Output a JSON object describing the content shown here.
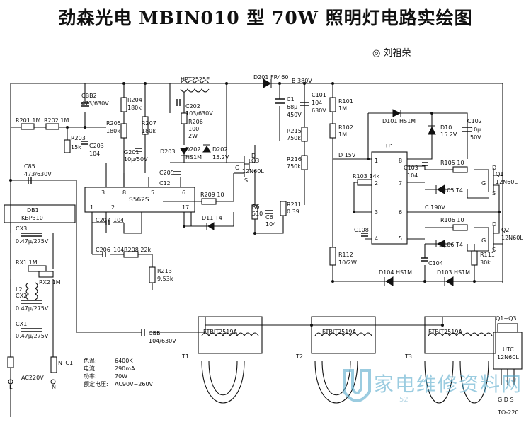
{
  "title": "劲森光电 MBIN010 型 70W 照明灯电路实绘图",
  "author": "◎ 刘祖荣",
  "labels": {
    "R201": "R201 1M",
    "R202": "R202 1M",
    "CBB2": "CBB2",
    "CBB2_v": "473/630V",
    "R203": "R203",
    "R203_v": "15k",
    "C203": "C203",
    "C203_v": "104",
    "C85": "C85",
    "C85_v": "473/630V",
    "DB1": "DB1",
    "DB1_v": "KBP310",
    "CX3": "CX3",
    "CX3_v": "0.47μ/275V",
    "RX1": "RX1 1M",
    "RX2": "RX2 1M",
    "L2": "L2",
    "CX2": "CX2",
    "CX2_v": "0.47μ/275V",
    "CX1": "CX1",
    "CX1_v": "0.47μ/275V",
    "NTC1": "NTC1",
    "L": "L",
    "N": "N",
    "AC": "AC220V",
    "R204": "R204",
    "R204_v": "180k",
    "R205": "R205",
    "R205_v": "180k",
    "R207": "R207",
    "R207_v": "180k",
    "G201": "G201",
    "G201_v": "10μ/50V",
    "HPT": "HPT2525E",
    "C202": "C202",
    "C202_v": "103/630V",
    "R206": "R206",
    "R206_v": "100",
    "R206_w": "2W",
    "D203": "D203",
    "D202": "D202",
    "D202_v": "HS1M",
    "D202b": "D202",
    "D202b_v": "15.2V",
    "C205": "C205",
    "C12": "C12",
    "IC": "S562S",
    "R209": "R209 10",
    "D11": "D11 T4",
    "Q3": "Q3",
    "Q3_v": "12N60L",
    "R6": "R6",
    "R6_v": "510",
    "C6": "C6",
    "C6_v": "104",
    "R211": "R211",
    "R211_v": "0.39",
    "C207": "C207",
    "C207_v": "104",
    "C206": "C206",
    "C206_v": "104",
    "R208": "R208 22k",
    "R213": "R213",
    "R213_v": "9.53k",
    "D201": "D201 FR460",
    "B380": "B 380V",
    "C1": "C1",
    "C1_v": "68μ",
    "C1_w": "450V",
    "C101": "C101",
    "C101_v": "104",
    "C101_w": "630V",
    "R215": "R215",
    "R215_v": "750k",
    "R216": "R216",
    "R216_v": "750k",
    "R101": "R101",
    "R101_v": "1M",
    "R102": "R102",
    "R102_v": "1M",
    "D15V": "D 15V",
    "D101": "D101 HS1M",
    "D10": "D10",
    "D10_v": "15.2V",
    "C102": "C102",
    "C102_v": "10μ",
    "C102_w": "50V",
    "U1": "U1",
    "R103": "R103 14k",
    "C103": "C103",
    "C103_v": "104",
    "R105": "R105 10",
    "D105": "D105 T4",
    "Q1": "Q1",
    "Q1_v": "12N60L",
    "C190": "C 190V",
    "C108": "C108",
    "R106": "R106 10",
    "D106": "D106 T4",
    "Q2": "Q2",
    "Q2_v": "12N60L",
    "R111": "R111",
    "R111_v": "30k",
    "R112": "R112",
    "R112_v": "10/2W",
    "C104": "C104",
    "D104": "D104 HS1M",
    "D103": "D103 HS1M",
    "CBB": "CBB",
    "CBB_v": "104/630V",
    "FT1": "FTBIT2519A",
    "FT2": "FTBIT2519A",
    "FT3": "FTBIT2519A",
    "T1": "T1",
    "T2": "T2",
    "T3": "T3",
    "Q1Q3": "Q1~Q3",
    "UTC": "UTC",
    "UTC_v": "12N60L",
    "GDS": "G D S",
    "TO220": "TO-220",
    "p3": "3",
    "p8": "8",
    "p5": "5",
    "p6": "6",
    "p1": "1",
    "p2": "2",
    "p17": "17",
    "u1": "1",
    "u2": "2",
    "u3": "3",
    "u4": "4",
    "u5": "5",
    "u6": "6",
    "u7": "7",
    "u8": "8",
    "qG1": "G",
    "qD1": "D",
    "qS1": "S",
    "qG2": "G",
    "qD2": "D",
    "qS2": "S",
    "qG3": "G",
    "qD3": "D",
    "qS3": "S"
  },
  "specs": [
    {
      "key": "色温:",
      "value": "6400K"
    },
    {
      "key": "电流:",
      "value": "290mA"
    },
    {
      "key": "功率:",
      "value": "70W"
    },
    {
      "key": "额定电压:",
      "value": "AC90V~260V"
    }
  ],
  "watermark": {
    "text": "家电维修资料网",
    "url": "52"
  }
}
